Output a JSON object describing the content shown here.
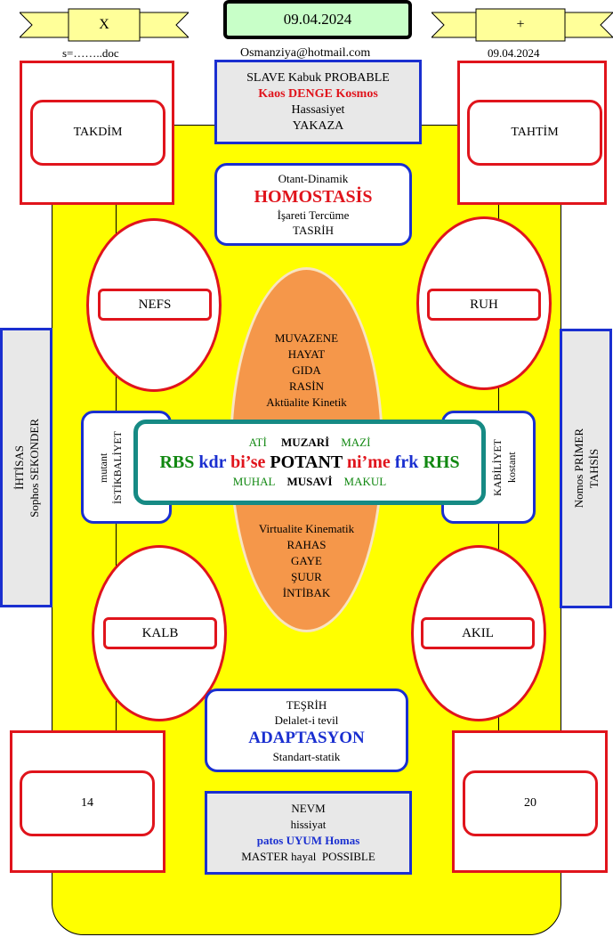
{
  "header": {
    "left_banner": "X",
    "left_sub": "s=……..doc",
    "date_box": "09.04.2024",
    "email": "Osmanziya@hotmail.com",
    "right_banner": "+",
    "right_sub": "09.04.2024"
  },
  "top_box": {
    "line1": "SLAVE Kabuk PROBABLE",
    "line2": "Kaos DENGE Kosmos",
    "line3": "Hassasiyet",
    "line4": "YAKAZA"
  },
  "corners": {
    "top_left": "TAKDİM",
    "top_right": "TAHTİM",
    "bottom_left": "14",
    "bottom_right": "20"
  },
  "homostasis_box": {
    "line1": "Otant-Dinamik",
    "line2": "HOMOSTASİS",
    "line3": "İşareti Tercüme",
    "line4": "TASRİH"
  },
  "ellipses": {
    "nefs": "NEFS",
    "ruh": "RUH",
    "kalb": "KALB",
    "akil": "AKIL"
  },
  "center_oval_top": [
    "MUVAZENE",
    "HAYAT",
    "GIDA",
    "RASİN",
    "Aktüalite Kinetik"
  ],
  "center_oval_bottom": [
    "Virtualite Kinematik",
    "RAHAS",
    "GAYE",
    "ŞUUR",
    "İNTİBAK"
  ],
  "side_boxes": {
    "left_line1": "İHTİSAS",
    "left_line2": "Sophos SEKONDER",
    "right_line1": "Nomos PRİMER",
    "right_line2": "TAHSİS"
  },
  "inner_side": {
    "left_line1": "mutant",
    "left_line2": "İSTİKBALİYET",
    "right_line1": "KABİLİYET",
    "right_line2": "kostant"
  },
  "center_box": {
    "row1": [
      "ATİ",
      "MUZARİ",
      "MAZİ"
    ],
    "row2": [
      "RBS",
      "kdr",
      "bi’se",
      "POTANT",
      "ni’me",
      "frk",
      "RHS"
    ],
    "row3": [
      "MUHAL",
      "MUSAVİ",
      "MAKUL"
    ]
  },
  "adaptasyon_box": {
    "line1": "TEŞRİH",
    "line2": "Delalet-i tevil",
    "line3": "ADAPTASYON",
    "line4": "Standart-statik"
  },
  "bottom_box": {
    "line1": "NEVM",
    "line2": "hissiyat",
    "line3": "patos UYUM Homas",
    "line4": "MASTER hayal  POSSIBLE"
  },
  "colors": {
    "yellow": "#ffff00",
    "red": "#e0141c",
    "blue": "#1a2fd0",
    "green": "#118811",
    "orange": "#f5974a",
    "teal": "#168a84",
    "date_box_fill": "#c8ffc8"
  }
}
